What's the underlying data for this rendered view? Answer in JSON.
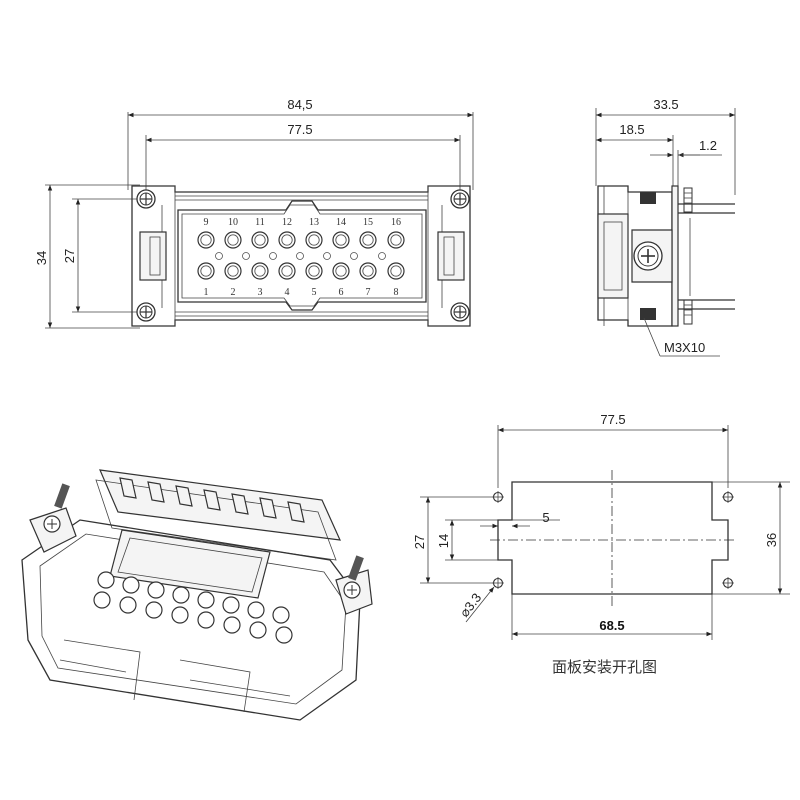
{
  "front_view": {
    "dim_overall_width": "84,5",
    "dim_inner_width": "77.5",
    "dim_overall_height": "34",
    "dim_hole_pitch": "27",
    "pins_top": [
      "9",
      "10",
      "11",
      "12",
      "13",
      "14",
      "15",
      "16"
    ],
    "pins_bottom": [
      "1",
      "2",
      "3",
      "4",
      "5",
      "6",
      "7",
      "8"
    ]
  },
  "side_view": {
    "dim_depth": "33.5",
    "dim_flange": "18.5",
    "dim_thickness": "1.2",
    "screw_label": "M3X10"
  },
  "cutout_view": {
    "dim_hole_spacing": "77.5",
    "dim_height": "36",
    "dim_hole_pitch": "27",
    "dim_slot": "14",
    "dim_notch": "5",
    "dim_width": "68.5",
    "dim_hole_dia": "⌀3.3",
    "caption": "面板安装开孔图"
  }
}
